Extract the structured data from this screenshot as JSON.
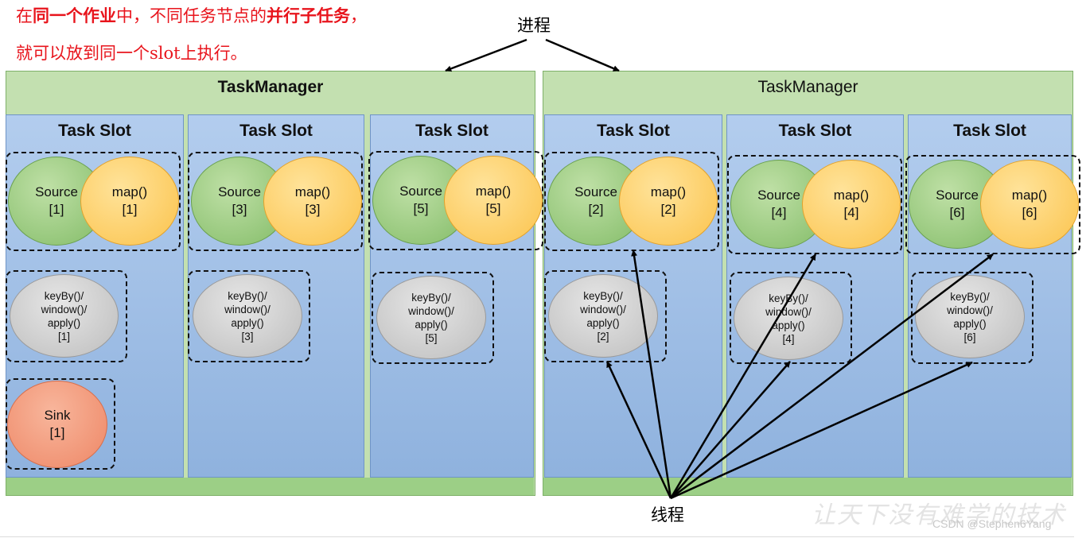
{
  "note": {
    "line1": [
      {
        "text": "在",
        "bold": false
      },
      {
        "text": "同一个作业",
        "bold": true
      },
      {
        "text": "中，不同任务节点的",
        "bold": false
      },
      {
        "text": "并行子任务",
        "bold": true
      },
      {
        "text": "，",
        "bold": false
      }
    ],
    "line2": "就可以放到同一个slot上执行。"
  },
  "process_label": "进程",
  "thread_label": "线程",
  "task_managers": [
    {
      "title": "TaskManager",
      "title_bold": true
    },
    {
      "title": "TaskManager",
      "title_bold": false
    }
  ],
  "slot_title": "Task Slot",
  "slots": [
    {
      "source": [
        "Source",
        "[1]"
      ],
      "map": [
        "map()",
        "[1]"
      ],
      "keyby": [
        "keyBy()/",
        "window()/",
        "apply()",
        "[1]"
      ],
      "sink": [
        "Sink",
        "[1]"
      ]
    },
    {
      "source": [
        "Source",
        "[3]"
      ],
      "map": [
        "map()",
        "[3]"
      ],
      "keyby": [
        "keyBy()/",
        "window()/",
        "apply()",
        "[3]"
      ]
    },
    {
      "source": [
        "Source",
        "[5]"
      ],
      "map": [
        "map()",
        "[5]"
      ],
      "keyby": [
        "keyBy()/",
        "window()/",
        "apply()",
        "[5]"
      ]
    },
    {
      "source": [
        "Source",
        "[2]"
      ],
      "map": [
        "map()",
        "[2]"
      ],
      "keyby": [
        "keyBy()/",
        "window()/",
        "apply()",
        "[2]"
      ]
    },
    {
      "source": [
        "Source",
        "[4]"
      ],
      "map": [
        "map()",
        "[4]"
      ],
      "keyby": [
        "keyBy()/",
        "window()/",
        "apply()",
        "[4]"
      ]
    },
    {
      "source": [
        "Source",
        "[6]"
      ],
      "map": [
        "map()",
        "[6]"
      ],
      "keyby": [
        "keyBy()/",
        "window()/",
        "apply()",
        "[6]"
      ]
    }
  ],
  "watermark": "让天下没有难学的技术",
  "credit": "CSDN @Stephen6Yang",
  "colors": {
    "note_red": "#e8141c",
    "taskmanager_green": "#c3e0b0",
    "slot_blue": "#a6c4ea",
    "source_green": "#8dc271",
    "map_yellow": "#fbc94f",
    "keyby_gray": "#c8c8c8",
    "sink_salmon": "#f09070"
  }
}
